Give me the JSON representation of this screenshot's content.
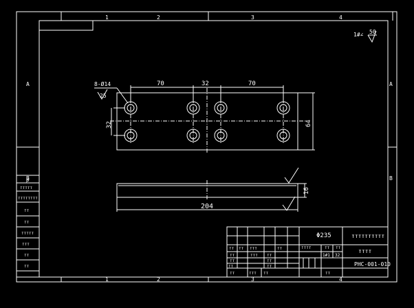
{
  "border": {
    "top_zones": [
      "1",
      "2",
      "3",
      "4"
    ],
    "bottom_zones": [
      "1",
      "2",
      "3",
      "4"
    ],
    "left_zones": [
      "A",
      "B"
    ],
    "right_zones": [
      "A",
      "B"
    ]
  },
  "roughness": {
    "note_prefix": "1#∠",
    "value": "50"
  },
  "top_view": {
    "hole_callout": "8-Ø14",
    "chamfer": "25",
    "dim_left_spacing": "70",
    "dim_center_spacing": "32",
    "dim_right_spacing": "70",
    "dim_height_left": "32",
    "dim_height_right": "64"
  },
  "side_view": {
    "dim_length": "204",
    "dim_thickness": "16"
  },
  "left_table": {
    "rows": [
      "β",
      "ттттт",
      "тттттттт",
      "тт",
      "тт",
      "ттттт",
      "ттт",
      "тт",
      "тт"
    ]
  },
  "title_block": {
    "material": "Φ235",
    "title_right": "тттттттттт",
    "subtitle": "тттт",
    "weight_label": "тттт",
    "scale_label": "тт",
    "qty_label": "тт",
    "scale_value": "1#1",
    "qty_value": "32",
    "drawing_no": "PHC-001-010",
    "designer_label": "тт",
    "checker_label": "тт",
    "approver_label": "тт",
    "footer_a": "тт",
    "footer_b": "ттт",
    "footer_c": "тт",
    "footer_d": "тт",
    "col_a": "тт",
    "col_b": "тт",
    "col_c": "ттт",
    "col_d": "тт",
    "row2_a": "тт",
    "row2_b": "ттт",
    "row2_c": "тт",
    "row3_a": "тт",
    "row3_b": "ттт",
    "row3_c": "тт",
    "row4_a": "ттт",
    "row4_b": "тт"
  }
}
